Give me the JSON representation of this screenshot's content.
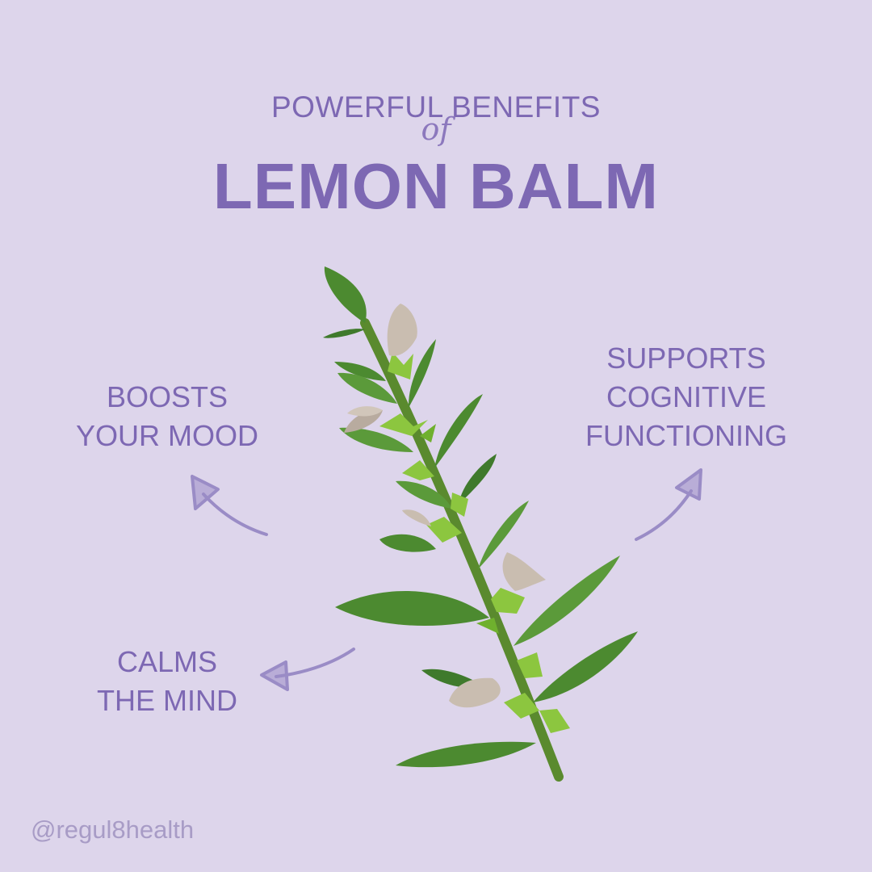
{
  "title": {
    "line1": "POWERFUL BENEFITS",
    "connector": "of",
    "main": "LEMON BALM"
  },
  "benefits": {
    "mood": [
      "BOOSTS",
      "YOUR MOOD"
    ],
    "cognitive": [
      "SUPPORTS",
      "COGNITIVE",
      "FUNCTIONING"
    ],
    "calm": [
      "CALMS",
      "THE MIND"
    ]
  },
  "handle": "@regul8health",
  "colors": {
    "background": "#ddd5eb",
    "text": "#7d68b3",
    "arrow": "#9a8cc6",
    "leaf_dark": "#3f7a2c",
    "leaf": "#5b9a3a",
    "bract": "#8cc63f",
    "flower": "#c9bdb0"
  },
  "icons": [
    "arrow-up-left-icon",
    "arrow-up-right-icon",
    "arrow-left-icon",
    "lemon-balm-plant-icon"
  ]
}
